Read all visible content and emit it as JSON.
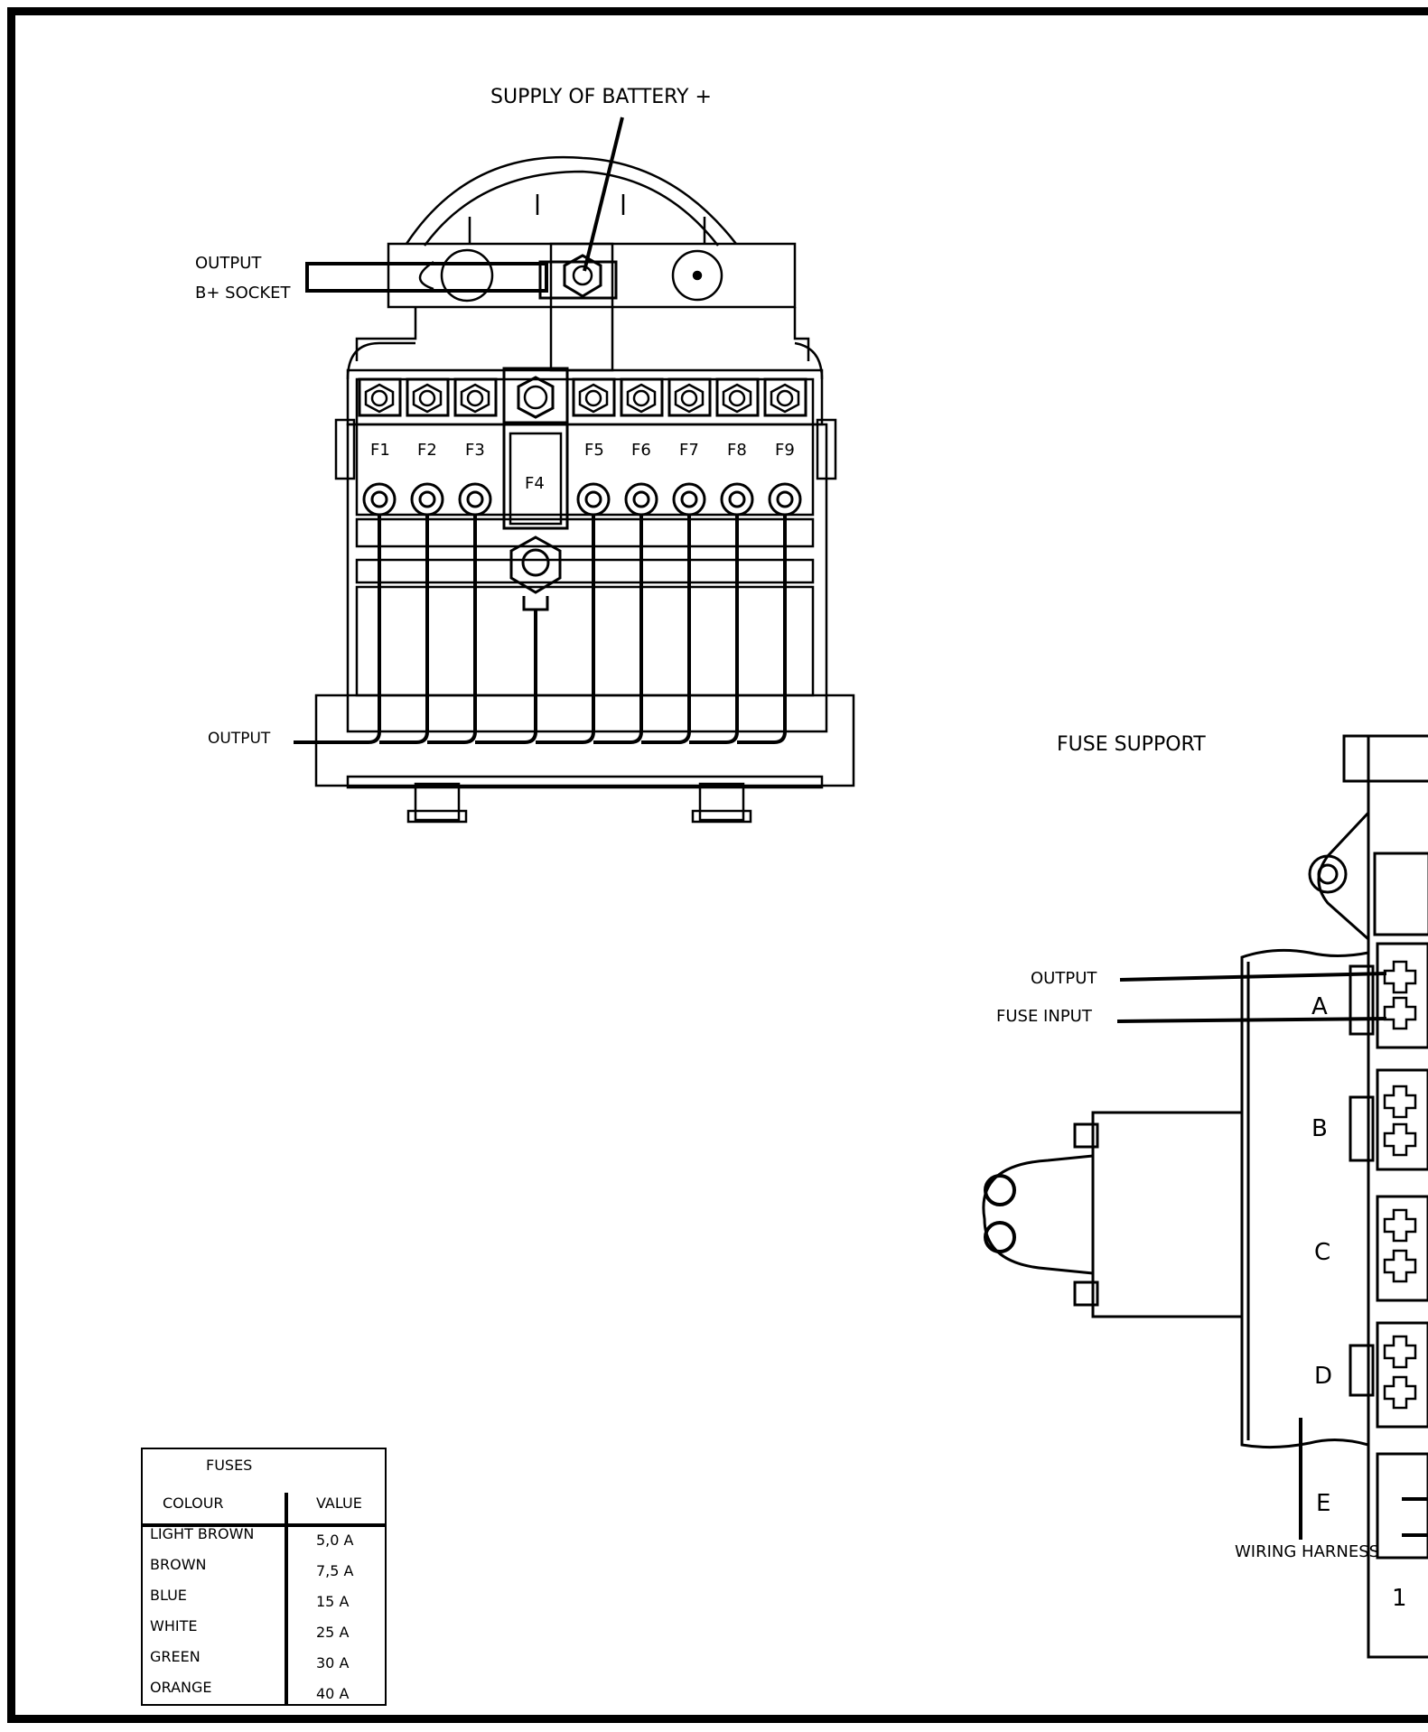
{
  "labels": {
    "supply_battery": "SUPPLY OF BATTERY +",
    "output_b_socket_line1": "OUTPUT",
    "output_b_socket_line2": "B+ SOCKET",
    "output_bottom": "OUTPUT",
    "fuse_support": "FUSE SUPPORT",
    "output_right": "OUTPUT",
    "fuse_input": "FUSE INPUT",
    "wiring_harness": "WIRING HARNESS",
    "page_number": "1"
  },
  "fuses": [
    "F1",
    "F2",
    "F3",
    "F4",
    "F5",
    "F6",
    "F7",
    "F8",
    "F9"
  ],
  "sections": [
    "A",
    "B",
    "C",
    "D",
    "E"
  ],
  "fuse_table": {
    "title": "FUSES",
    "col_colour": "COLOUR",
    "col_value": "VALUE",
    "rows": [
      {
        "colour": "LIGHT BROWN",
        "value": "5,0 A"
      },
      {
        "colour": "BROWN",
        "value": "7,5 A"
      },
      {
        "colour": "BLUE",
        "value": "15 A"
      },
      {
        "colour": "WHITE",
        "value": "25 A"
      },
      {
        "colour": "GREEN",
        "value": "30 A"
      },
      {
        "colour": "ORANGE",
        "value": "40 A"
      }
    ]
  }
}
